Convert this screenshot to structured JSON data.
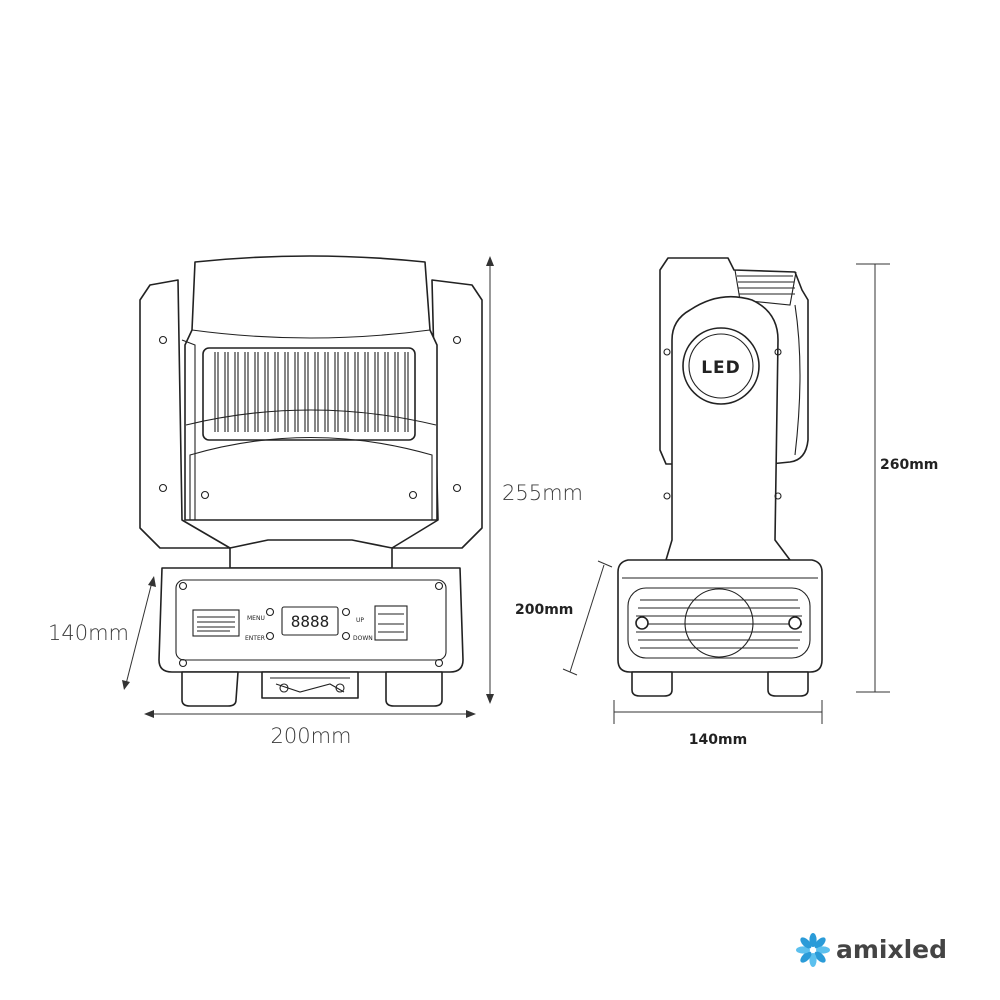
{
  "front_view": {
    "height_label": "255mm",
    "width_label": "200mm",
    "depth_label": "140mm",
    "panel": {
      "menu_label": "MENU",
      "enter_label": "ENTER",
      "up_label": "UP",
      "down_label": "DOWN"
    }
  },
  "side_view": {
    "height_label": "260mm",
    "depth_label": "200mm",
    "width_label": "140mm",
    "head_label": "LED"
  },
  "brand": {
    "name": "amixled",
    "color": "#2a9bd8"
  }
}
